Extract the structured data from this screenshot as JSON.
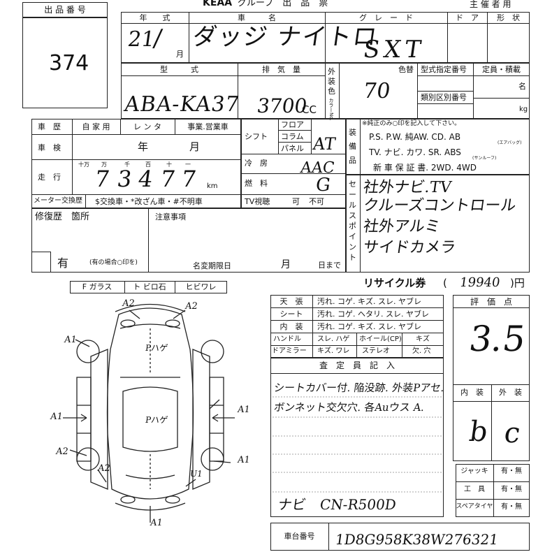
{
  "header": {
    "lot_label": "出 品 番 号",
    "lot_number": "374",
    "brand": "KEAA",
    "group_title": "グループ　出　品　票",
    "organizer_label": "主 催 者 用"
  },
  "row1": {
    "year_label": "年　　式",
    "car_label": "車　　　名",
    "grade_label": "グ　レ　ー　ド",
    "door_label": "ド　ア",
    "shape_label": "形　状",
    "year_value": "21",
    "month_suffix": "月",
    "car_value": "ダッジ ナイトロ",
    "grade_value": "SXT"
  },
  "row2": {
    "model_label": "型　　　式",
    "displacement_label": "排　気　量",
    "exterior_color_label": "外装色",
    "color_change_label": "色替",
    "color_no_label": "カラーNo.",
    "type_cert_label": "型式指定番号",
    "category_label": "類別区別番号",
    "capacity_label": "定員・積載",
    "capacity_unit": "名",
    "load_unit": "kg",
    "model_value": "ABA-KA37",
    "displacement_value": "3700",
    "cc_unit": "CC",
    "color_value": "70"
  },
  "history": {
    "history_label": "車　歴",
    "history_options": [
      "自 家 用",
      "レ ン タ",
      "事業.営業車"
    ],
    "inspection_label": "車　検",
    "inspection_year": "年",
    "inspection_month": "月",
    "mileage_label": "走　行",
    "digit_labels": [
      "十万",
      "万",
      "千",
      "百",
      "十",
      "一"
    ],
    "mileage_digits": [
      "7",
      "3",
      "4",
      "7",
      "7"
    ],
    "km_unit": "km",
    "meter_label": "メーター交換歴",
    "meter_options": "$交換車・*改ざん車・#不明車"
  },
  "transmission": {
    "shift_label": "シフト",
    "floor_label": "フロア",
    "column_label": "コラム",
    "panel_label": "パネル",
    "shift_value": "AT",
    "ac_label": "冷　房",
    "ac_value": "AAC",
    "fuel_label": "燃　料",
    "fuel_value": "G",
    "tv_label": "TV視聴",
    "tv_yes": "可",
    "tv_no": "不可"
  },
  "equipment": {
    "label": "装備品",
    "note": "※純正のみ○印を記入して下さい。",
    "row1": "P.S.  P.W.  純AW.  CD.  AB",
    "airbag_sub": "(エアバッグ)",
    "row2": "TV.  ナビ.  カワ.  SR.  ABS",
    "sunroof_sub": "(サンルーフ)",
    "row3": "新 車 保 証 書.  2WD.  4WD"
  },
  "sales_point": {
    "label": "セールスポイント",
    "lines": [
      "社外ナビ.TV",
      "クルーズコントロール",
      "社外アルミ",
      "サイドカメラ"
    ]
  },
  "repair": {
    "repair_label": "修復歴　箇所",
    "notes_label": "注意事項",
    "repair_value": "有",
    "repair_hint": "(有の場合○印を)",
    "name_change_label": "名変期限日",
    "month": "月",
    "day": "日まで"
  },
  "glass": {
    "label": "F ガラス",
    "options": [
      "ト ビロ石",
      "ヒビワレ"
    ]
  },
  "diagram": {
    "marks": [
      "A2",
      "A2",
      "A1",
      "Pハゲ",
      "A1",
      "Pハゲ",
      "A1",
      "A2",
      "A2",
      "A1",
      "U1",
      "A1"
    ]
  },
  "recycle": {
    "label": "リサイクル券",
    "value": "19940",
    "unit": ")円"
  },
  "condition": {
    "rows": [
      {
        "label": "天　張",
        "options": "汚れ. コゲ. キズ. スレ. ヤブレ"
      },
      {
        "label": "シート",
        "options": "汚れ. コゲ. ヘタリ. スレ. ヤブレ"
      },
      {
        "label": "内　装",
        "options": "汚れ. コゲ. キズ. スレ. ヤブレ"
      }
    ],
    "handle_label": "ハンドル",
    "handle_opts": "スレ. ハゲ",
    "wheel_label": "ホイール(CP)",
    "wheel_opts": "キズ",
    "mirror_label": "ドアミラー",
    "mirror_opts": "キズ. ワレ",
    "stereo_label": "ステレオ",
    "stereo_opts": "欠. 穴"
  },
  "inspector": {
    "label": "査　定　員　記　入",
    "lines": [
      "シートカバー付. 陥没跡. 外装Pアセ.",
      "ボンネット交欠穴. 各Auウス A."
    ],
    "navi": "ナビ　CN-R500D"
  },
  "rating": {
    "label": "評　価　点",
    "score": "3.5",
    "interior_label": "内　装",
    "exterior_label": "外　装",
    "interior_value": "b",
    "exterior_value": "c"
  },
  "accessories": [
    {
      "label": "ジャッキ",
      "value": "有・無"
    },
    {
      "label": "工　具",
      "value": "有・無"
    },
    {
      "label": "スペアタイヤ",
      "value": "有・無"
    }
  ],
  "chassis": {
    "label": "車台番号",
    "value": "1D8G958K38W276321"
  }
}
